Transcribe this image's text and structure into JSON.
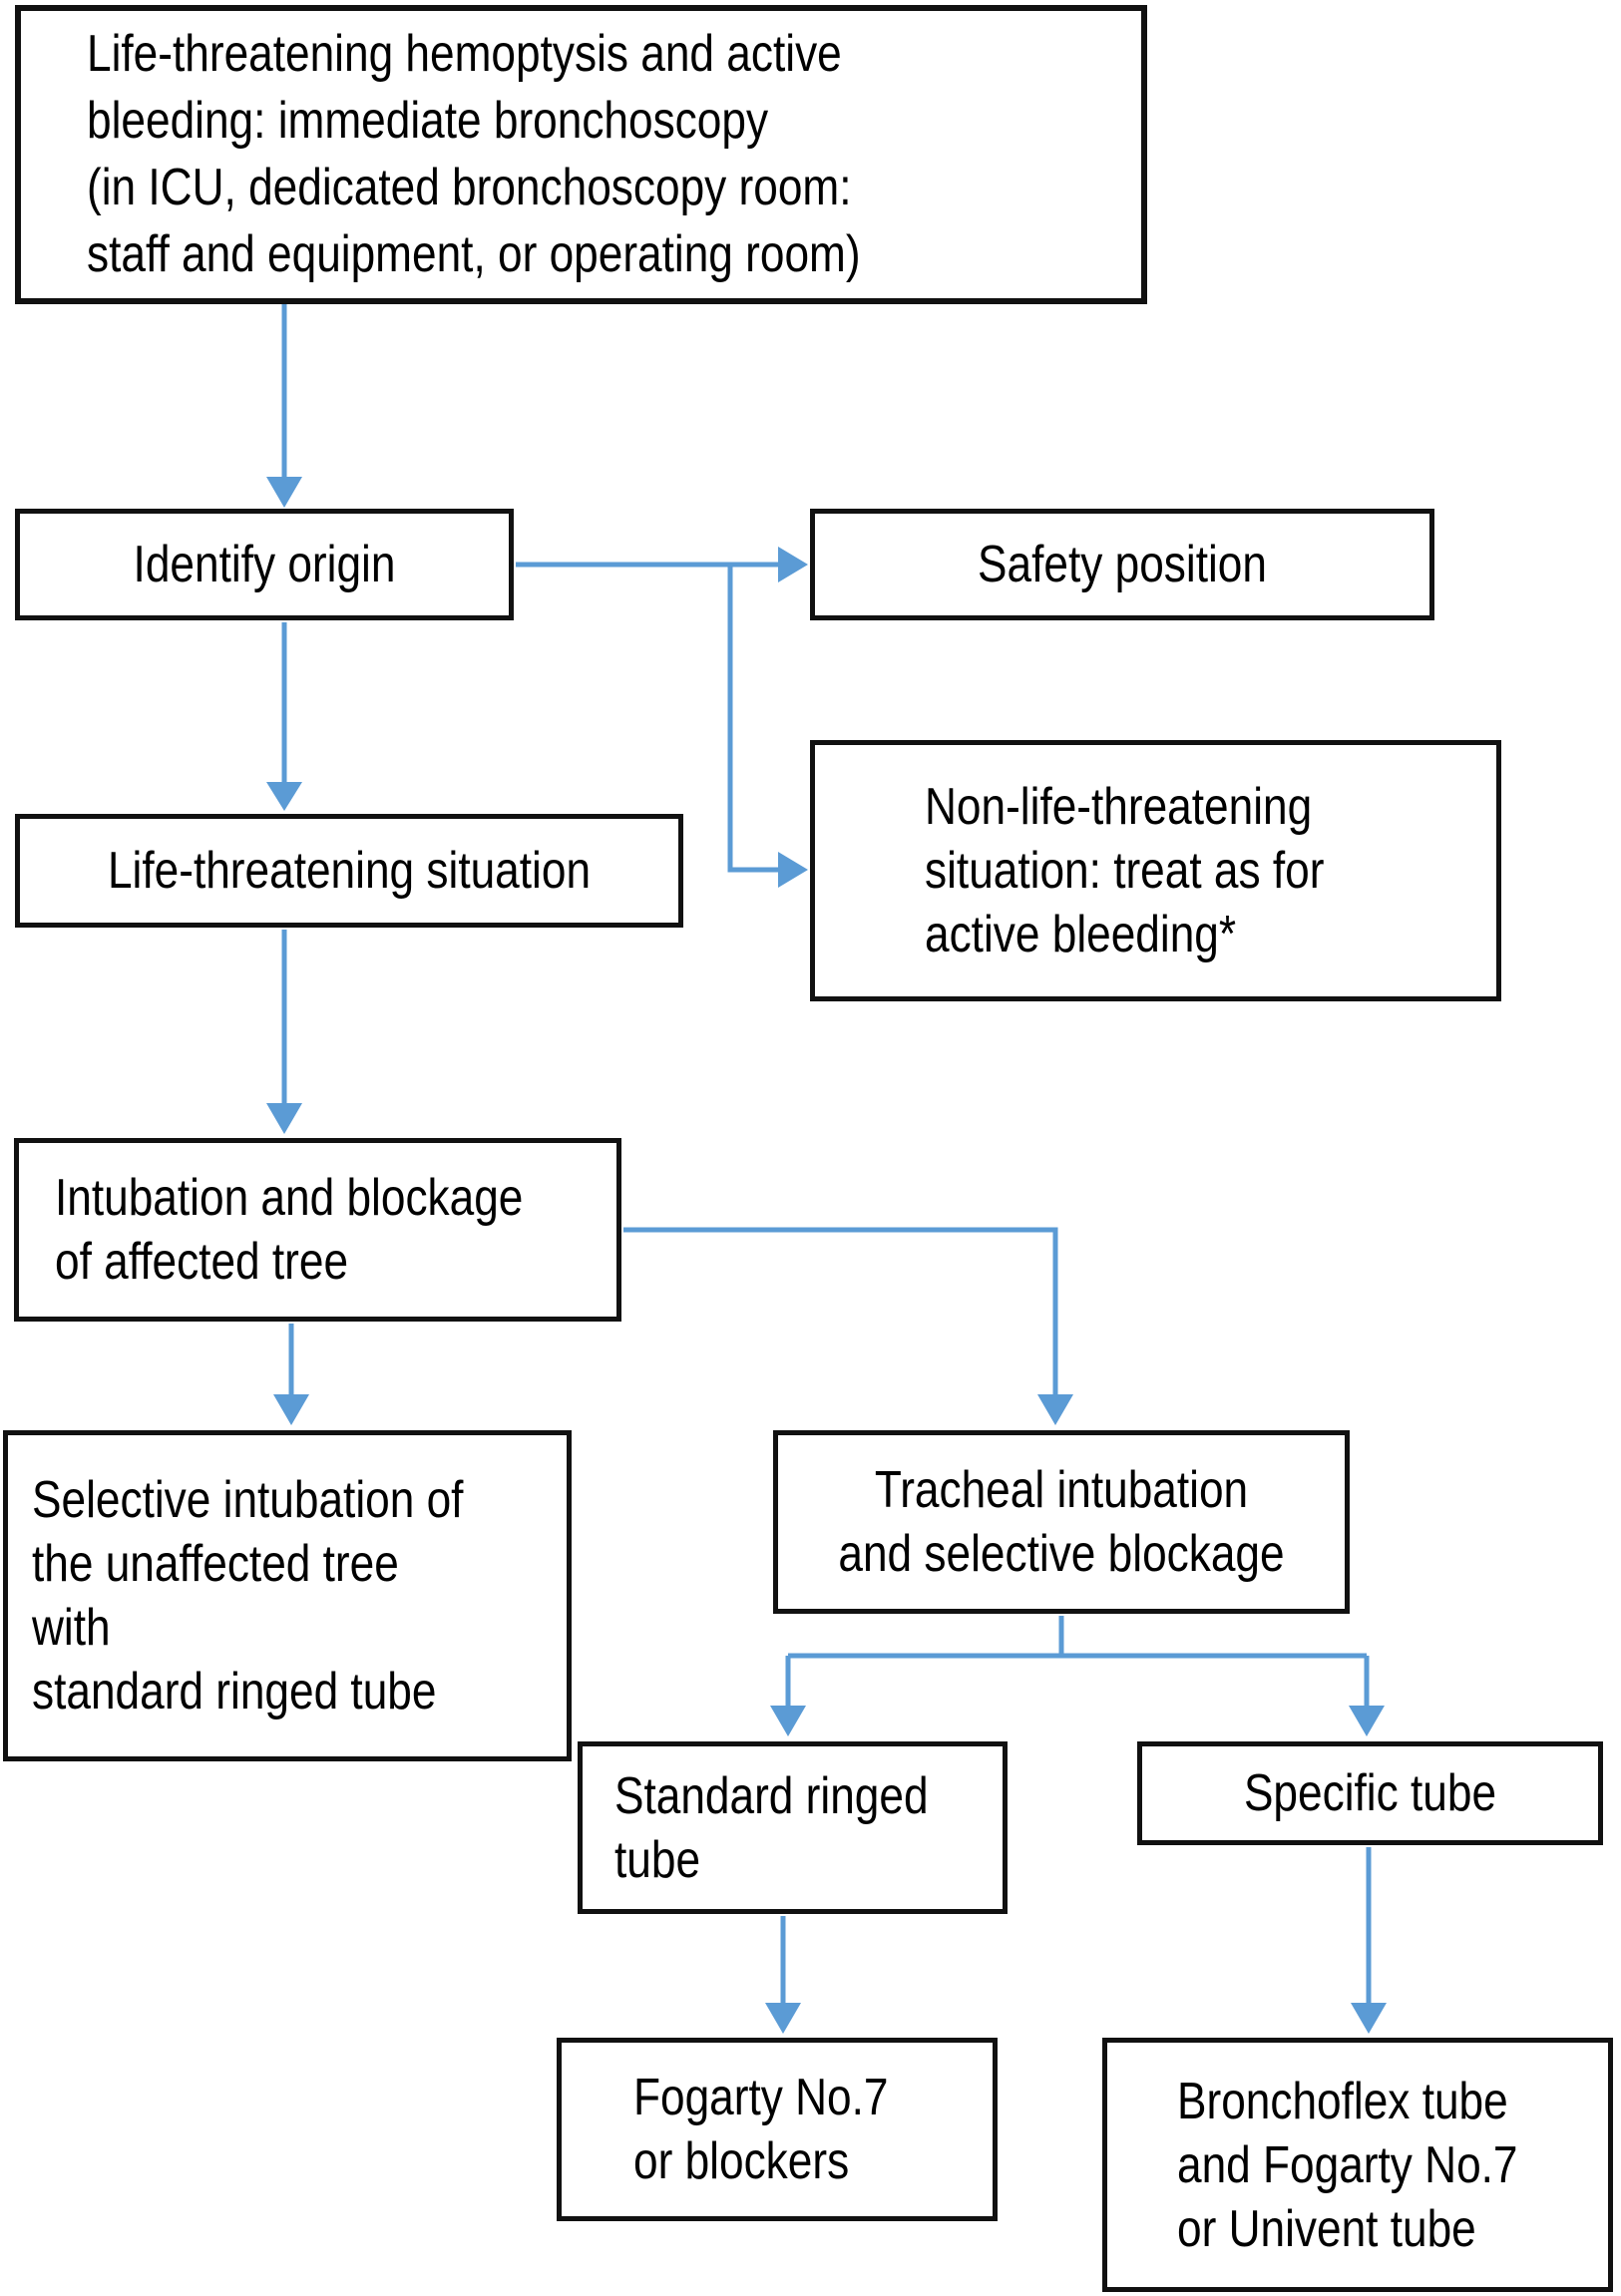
{
  "figure": {
    "description": "Flowchart: management of life-threatening hemoptysis with bronchoscopy and airway blockage"
  },
  "colors": {
    "arrow": "#5b9bd5",
    "box_border": "#111111",
    "box_background": "#ffffff",
    "text": "#000000",
    "page_background": "#ffffff"
  },
  "nodes": {
    "start": {
      "text": "Life-threatening hemoptysis and active\nbleeding: immediate bronchoscopy\n(in ICU, dedicated bronchoscopy room:\nstaff and equipment, or operating room)"
    },
    "identify_origin": {
      "text": "Identify origin"
    },
    "safety_position": {
      "text": "Safety position"
    },
    "life_threatening": {
      "text": "Life-threatening situation"
    },
    "non_life_threatening": {
      "text": "Non-life-threatening\nsituation: treat as for\nactive bleeding*"
    },
    "intubation_blockage": {
      "text": "Intubation and blockage\nof affected tree"
    },
    "selective_intubation": {
      "text": "Selective intubation of\nthe unaffected tree with\nstandard ringed tube"
    },
    "tracheal_intubation": {
      "text": "Tracheal intubation\nand selective blockage"
    },
    "standard_ringed_tube": {
      "text": "Standard ringed\ntube"
    },
    "specific_tube": {
      "text": "Specific tube"
    },
    "fogarty_blockers": {
      "text": "Fogarty No.7\nor blockers"
    },
    "bronchoflex": {
      "text": "Bronchoflex tube\nand Fogarty No.7\nor Univent tube"
    }
  },
  "edges": [
    {
      "from": "start",
      "to": "identify_origin"
    },
    {
      "from": "identify_origin",
      "to": "safety_position"
    },
    {
      "from": "identify_origin",
      "to": "non_life_threatening"
    },
    {
      "from": "identify_origin",
      "to": "life_threatening"
    },
    {
      "from": "life_threatening",
      "to": "intubation_blockage"
    },
    {
      "from": "intubation_blockage",
      "to": "selective_intubation"
    },
    {
      "from": "intubation_blockage",
      "to": "tracheal_intubation"
    },
    {
      "from": "tracheal_intubation",
      "to": "standard_ringed_tube"
    },
    {
      "from": "tracheal_intubation",
      "to": "specific_tube"
    },
    {
      "from": "standard_ringed_tube",
      "to": "fogarty_blockers"
    },
    {
      "from": "specific_tube",
      "to": "bronchoflex"
    }
  ]
}
